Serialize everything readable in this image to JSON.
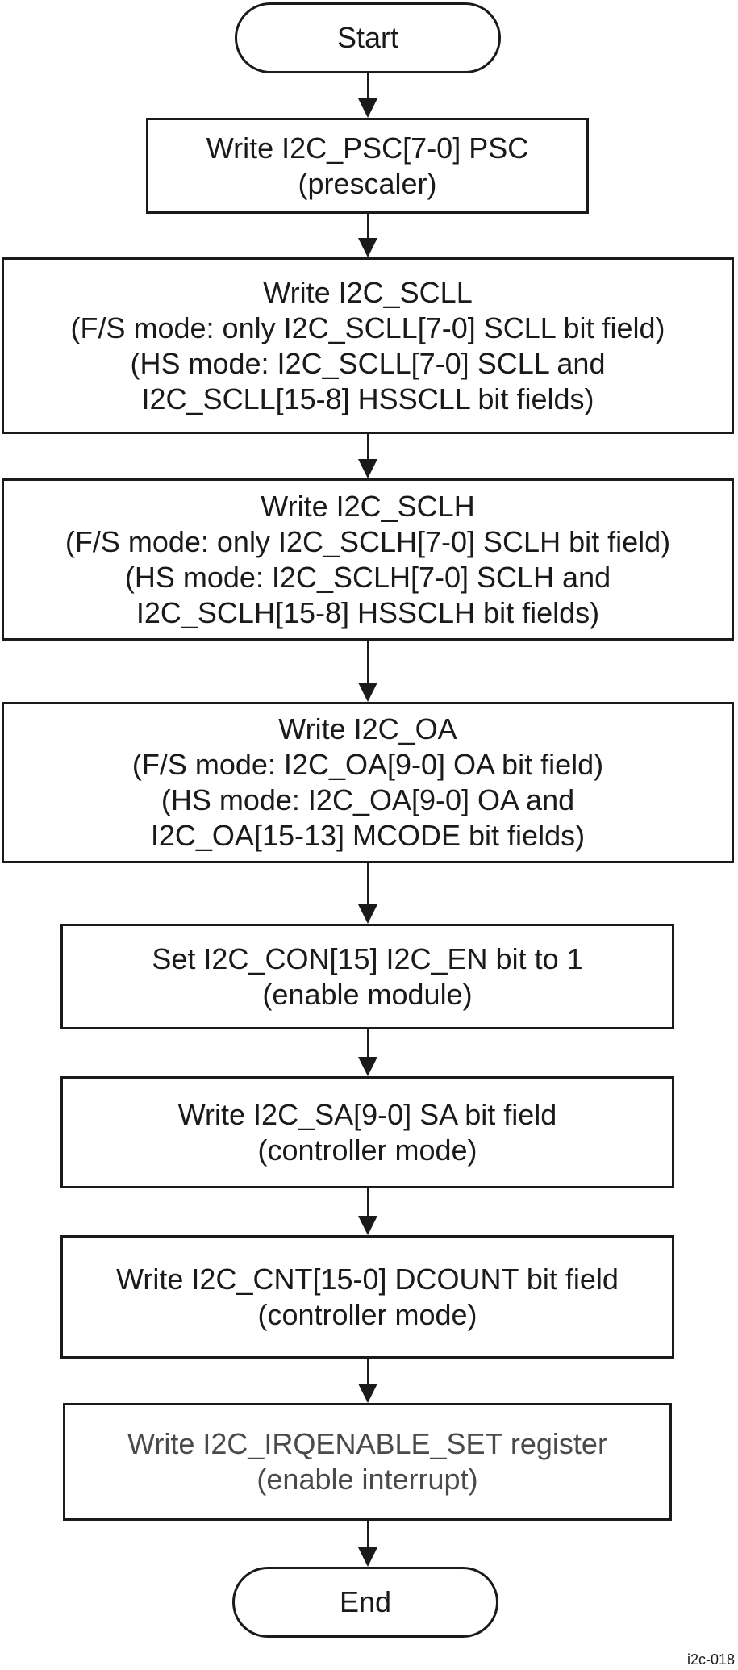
{
  "nodes": [
    {
      "id": "start",
      "type": "terminal",
      "lines": [
        "Start"
      ]
    },
    {
      "id": "psc",
      "type": "process",
      "lines": [
        "Write I2C_PSC[7-0] PSC",
        "(prescaler)"
      ]
    },
    {
      "id": "scll",
      "type": "process",
      "lines": [
        "Write I2C_SCLL",
        "(F/S mode: only I2C_SCLL[7-0] SCLL bit field)",
        "(HS mode: I2C_SCLL[7-0] SCLL and",
        "I2C_SCLL[15-8] HSSCLL bit fields)"
      ]
    },
    {
      "id": "sclh",
      "type": "process",
      "lines": [
        "Write I2C_SCLH",
        "(F/S mode: only I2C_SCLH[7-0] SCLH bit field)",
        "(HS mode: I2C_SCLH[7-0] SCLH and",
        "I2C_SCLH[15-8] HSSCLH bit fields)"
      ]
    },
    {
      "id": "oa",
      "type": "process",
      "lines": [
        "Write I2C_OA",
        "(F/S mode: I2C_OA[9-0] OA bit field)",
        "(HS mode: I2C_OA[9-0] OA and",
        "I2C_OA[15-13] MCODE bit fields)"
      ]
    },
    {
      "id": "con",
      "type": "process",
      "lines": [
        "Set I2C_CON[15] I2C_EN bit to 1",
        "(enable module)"
      ]
    },
    {
      "id": "sa",
      "type": "process",
      "lines": [
        "Write I2C_SA[9-0] SA bit field",
        "(controller mode)"
      ]
    },
    {
      "id": "cnt",
      "type": "process",
      "lines": [
        "Write I2C_CNT[15-0] DCOUNT bit field",
        "(controller mode)"
      ]
    },
    {
      "id": "irq",
      "type": "process",
      "lines": [
        "Write I2C_IRQENABLE_SET register",
        "(enable interrupt)"
      ]
    },
    {
      "id": "end",
      "type": "terminal",
      "lines": [
        "End"
      ]
    }
  ],
  "edges": [
    [
      "start",
      "psc"
    ],
    [
      "psc",
      "scll"
    ],
    [
      "scll",
      "sclh"
    ],
    [
      "sclh",
      "oa"
    ],
    [
      "oa",
      "con"
    ],
    [
      "con",
      "sa"
    ],
    [
      "sa",
      "cnt"
    ],
    [
      "cnt",
      "irq"
    ],
    [
      "irq",
      "end"
    ]
  ],
  "caption": "i2c-018"
}
